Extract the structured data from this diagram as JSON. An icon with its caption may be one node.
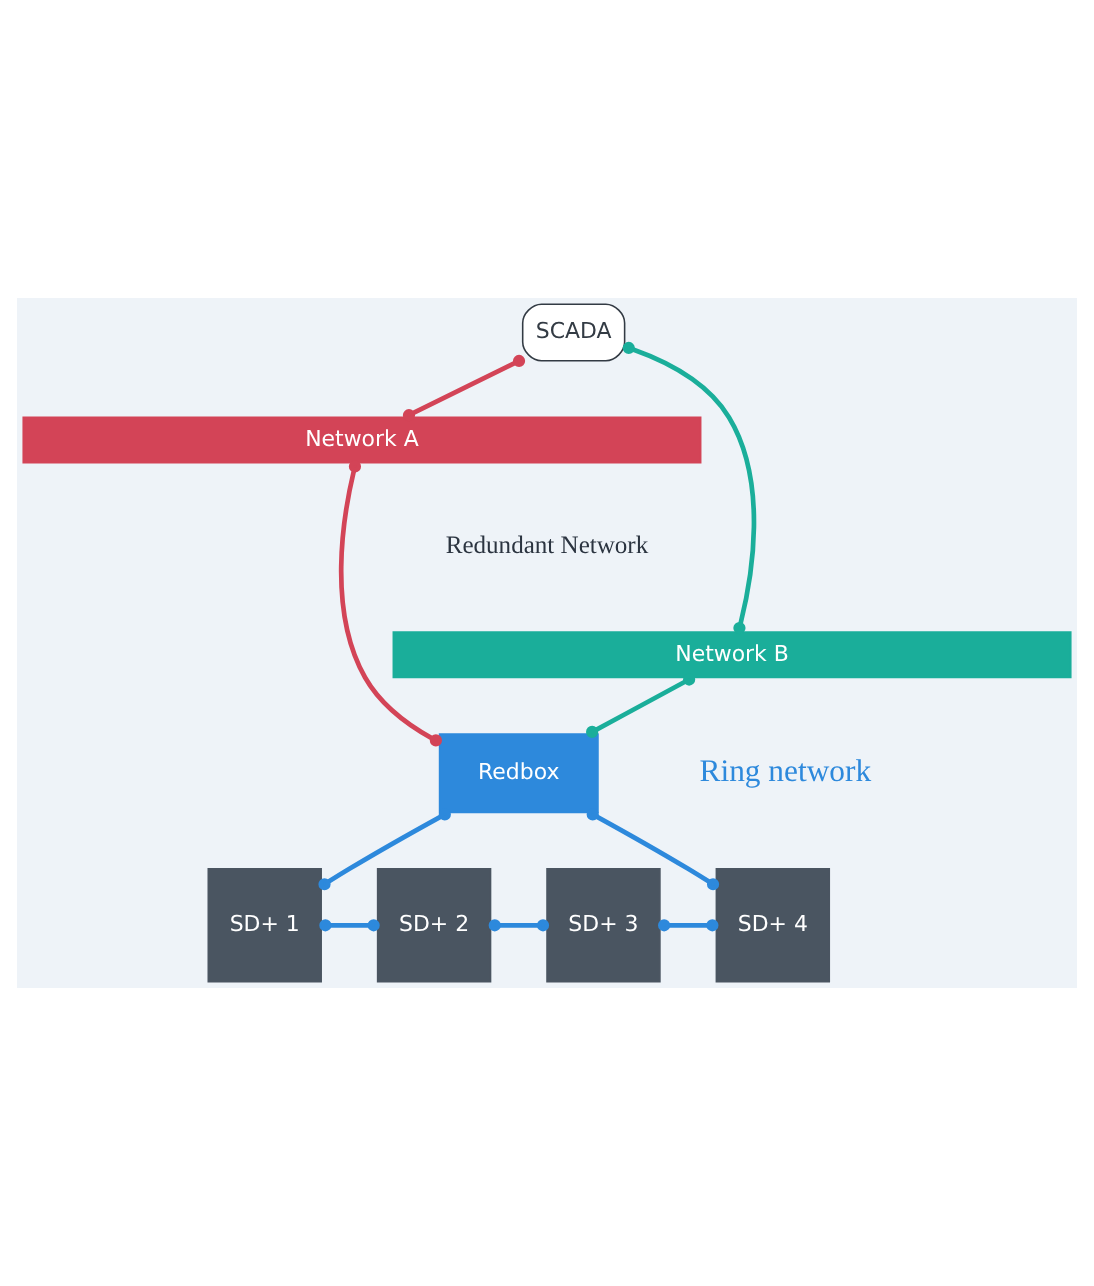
{
  "diagram": {
    "nodes": [
      {
        "text": [
          "SCADA"
        ]
      },
      {
        "text": [
          "Network A"
        ]
      },
      {
        "text": [
          "Network B"
        ]
      },
      {
        "text": [
          "Redbox"
        ]
      },
      {
        "text": [
          "SD+ 1"
        ]
      },
      {
        "text": [
          "SD+ 2"
        ]
      },
      {
        "text": [
          "SD+ 3"
        ]
      },
      {
        "text": [
          "SD+ 4"
        ]
      }
    ],
    "edges": [
      {
        "from": 0,
        "to": 1,
        "arrow": "other",
        "color": "#d34457"
      },
      {
        "from": 0,
        "to": 2,
        "arrow": "other",
        "color": "#1aae9a"
      },
      {
        "from": 1,
        "to": 3,
        "arrow": "other",
        "color": "#d34457"
      },
      {
        "from": 2,
        "to": 3,
        "arrow": "other",
        "color": "#1aae9a"
      },
      {
        "from": 3,
        "to": 4,
        "arrow": "other"
      },
      {
        "from": 4,
        "to": 5,
        "arrow": "other"
      },
      {
        "from": 5,
        "to": 6,
        "arrow": "other"
      },
      {
        "from": 6,
        "to": 7,
        "arrow": "other"
      },
      {
        "from": 7,
        "to": 3,
        "arrow": "other"
      }
    ],
    "labels": [
      "Redundant Network",
      "Ring network"
    ]
  }
}
